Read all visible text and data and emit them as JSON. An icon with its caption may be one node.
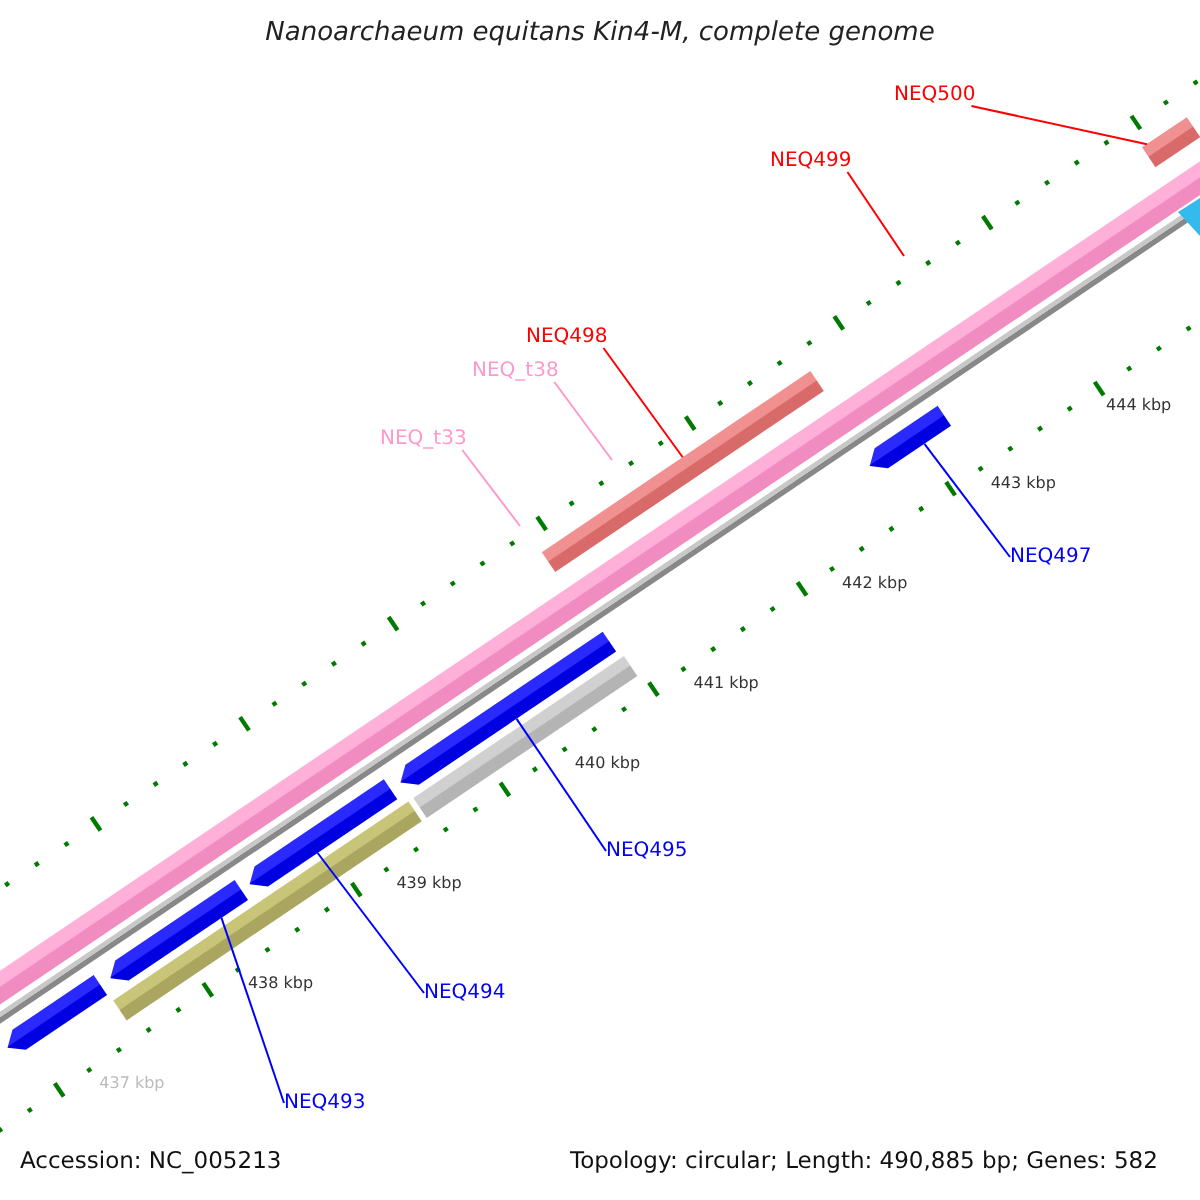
{
  "diagram": {
    "title": "Nanoarchaeum equitans Kin4-M, complete genome",
    "nodes": [
      {
        "text": [
          "NEQ500"
        ]
      },
      {
        "text": [],
        "shape": "bar"
      },
      {
        "text": [
          "NEQ499"
        ]
      },
      {
        "text": [
          "NEQ498"
        ]
      },
      {
        "text": [],
        "shape": "bar"
      },
      {
        "text": [
          "NEQ_t38"
        ]
      },
      {
        "text": [
          "NEQ_t33"
        ]
      },
      {
        "text": [
          "NEQ497"
        ]
      },
      {
        "text": [],
        "shape": "bar"
      },
      {
        "text": [
          "NEQ495"
        ]
      },
      {
        "text": [],
        "shape": "bar"
      },
      {
        "text": [
          "NEQ494"
        ]
      },
      {
        "text": [],
        "shape": "bar"
      },
      {
        "text": [
          "NEQ493"
        ]
      },
      {
        "text": [],
        "shape": "bar"
      },
      {
        "text": [],
        "shape": "bar"
      },
      {
        "text": [],
        "shape": "bar"
      },
      {
        "text": [],
        "shape": "bar"
      },
      {
        "text": [],
        "shape": "bar"
      }
    ],
    "edges": [
      {
        "from": 0,
        "to": 1,
        "arrow": "none",
        "color": "#ff0000"
      },
      {
        "from": 2,
        "to": null,
        "arrow": "none",
        "color": "#ff0000"
      },
      {
        "from": 3,
        "to": 4,
        "arrow": "none",
        "color": "#ff0000"
      },
      {
        "from": 5,
        "to": null,
        "arrow": "none",
        "color": "#ff99cc"
      },
      {
        "from": 6,
        "to": null,
        "arrow": "none",
        "color": "#ff99cc"
      },
      {
        "from": 7,
        "to": 8,
        "arrow": "none"
      },
      {
        "from": 9,
        "to": 10,
        "arrow": "none"
      },
      {
        "from": 11,
        "to": 12,
        "arrow": "none"
      },
      {
        "from": 13,
        "to": 14,
        "arrow": "none"
      }
    ],
    "labels": [
      "444 kbp",
      "443 kbp",
      "442 kbp",
      "441 kbp",
      "440 kbp",
      "439 kbp",
      "438 kbp",
      "437 kbp",
      "Accession: NC_005213",
      "Topology: circular; Length: 490,885 bp; Genes: 582"
    ]
  }
}
